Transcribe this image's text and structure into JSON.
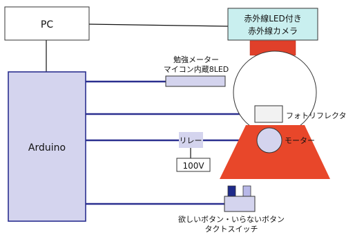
{
  "pc": {
    "label": "PC"
  },
  "camera": {
    "line1": "赤外線LED付き",
    "line2": "赤外線カメラ"
  },
  "arduino": {
    "label": "Arduino"
  },
  "meter": {
    "line1": "勉強メーター",
    "line2": "マイコン内蔵8LED"
  },
  "photoreflector": {
    "label": "フォトリフレクタ"
  },
  "relay": {
    "label": "リレー"
  },
  "power": {
    "label": "100V"
  },
  "motor": {
    "label": "モーター"
  },
  "buttons": {
    "line1": "欲しいボタン・いらないボタン",
    "line2": "タクトスイッチ"
  },
  "colors": {
    "wire_blue": "#2a2f8f",
    "wire_black": "#111111",
    "arduino_fill": "#d4d4ee",
    "camera_fill": "#c9efef",
    "lens_red": "#e0402a",
    "stand_red": "#e8472a",
    "meter_fill": "#d4d4ee",
    "relay_fill": "#d4d4ee",
    "button_blue": "#1e2a8a",
    "button_light": "#b8b8e8"
  }
}
